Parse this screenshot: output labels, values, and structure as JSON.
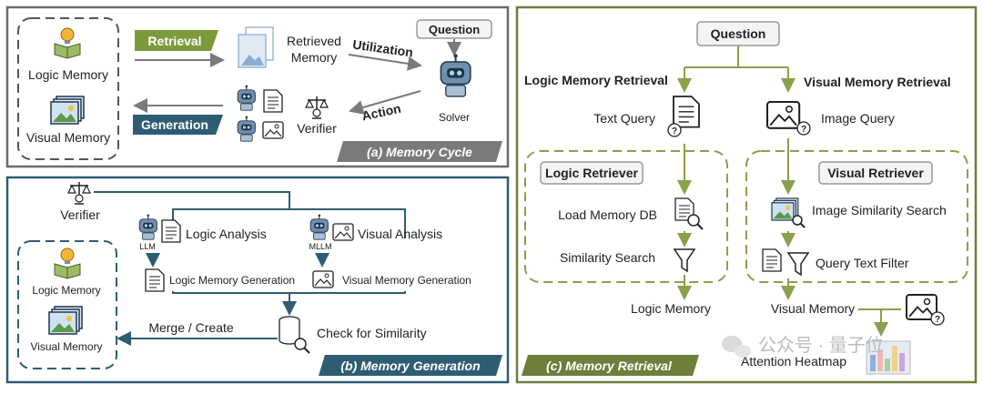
{
  "colors": {
    "panel_a_border": "#6b6b6b",
    "panel_b_border": "#2e5d73",
    "panel_c_border": "#6e7e3b",
    "retrieval_tag": "#7b9a3c",
    "generation_tag": "#2e5d73",
    "olive_arrow": "#8aa04a",
    "navy_arrow": "#2e5d73",
    "gray_arrow": "#7a7a7a"
  },
  "panel_a": {
    "logic_memory": "Logic Memory",
    "visual_memory": "Visual Memory",
    "retrieval": "Retrieval",
    "generation": "Generation",
    "retrieved_memory_line1": "Retrieved",
    "retrieved_memory_line2": "Memory",
    "utilization": "Utilization",
    "action": "Action",
    "question": "Question",
    "solver": "Solver",
    "verifier": "Verifier",
    "caption": "(a) Memory Cycle"
  },
  "panel_b": {
    "verifier": "Verifier",
    "logic_analysis": "Logic Analysis",
    "visual_analysis": "Visual Analysis",
    "llm": "LLM",
    "mllm": "MLLM",
    "logic_memory_generation": "Logic Memory Generation",
    "visual_memory_generation": "Visual Memory Generation",
    "merge_create": "Merge / Create",
    "check_similarity": "Check for Similarity",
    "logic_memory": "Logic Memory",
    "visual_memory": "Visual Memory",
    "caption": "(b) Memory Generation"
  },
  "panel_c": {
    "question": "Question",
    "logic_memory_retrieval": "Logic Memory Retrieval",
    "visual_memory_retrieval": "Visual Memory Retrieval",
    "text_query": "Text Query",
    "image_query": "Image Query",
    "logic_retriever": "Logic Retriever",
    "visual_retriever": "Visual Retriever",
    "load_memory_db": "Load Memory DB",
    "image_similarity_search": "Image Similarity Search",
    "similarity_search": "Similarity Search",
    "query_text_filter": "Query Text Filter",
    "logic_memory": "Logic Memory",
    "visual_memory": "Visual Memory",
    "attention_heatmap": "Attention Heatmap",
    "caption": "(c) Memory Retrieval"
  },
  "watermark": "公众号 · 量子位",
  "icons": [
    "book-lightbulb-icon",
    "image-stack-icon",
    "document-stack-icon",
    "robot-icon",
    "scale-icon",
    "document-icon",
    "image-icon",
    "database-search-icon",
    "filter-icon",
    "edit-icon",
    "wechat-icon"
  ]
}
